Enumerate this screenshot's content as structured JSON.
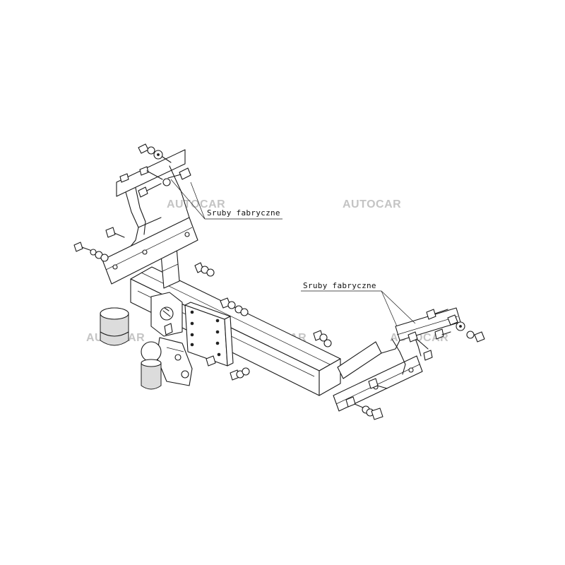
{
  "labels": {
    "left_callout": "Sruby fabryczne",
    "right_callout": "Sruby fabryczne"
  },
  "watermarks": [
    "AUTOCAR",
    "AUTOCAR",
    "AUTOCAR",
    "AUTOCAR",
    "AUTOCAR"
  ],
  "colors": {
    "line": "#1a1a1a",
    "watermark": "#c4c4c4",
    "background": "#ffffff"
  }
}
